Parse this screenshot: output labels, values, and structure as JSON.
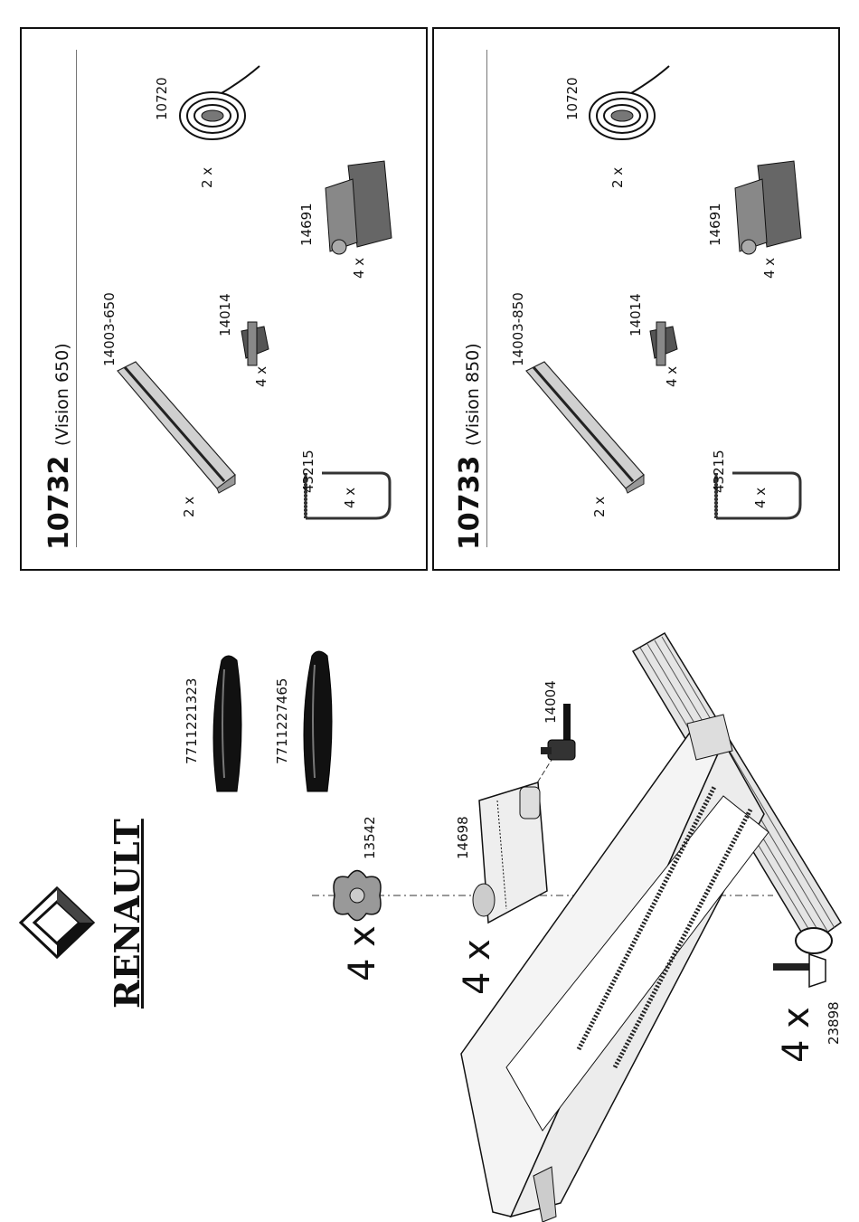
{
  "brand": {
    "name": "RENAULT"
  },
  "boxes": [
    {
      "part_number": "7711221323"
    },
    {
      "part_number": "7711227465"
    }
  ],
  "kits": [
    {
      "code": "10732",
      "variant": "(Vision 650)",
      "parts": [
        {
          "number": "14003-650",
          "qty": "2 x"
        },
        {
          "number": "43215",
          "qty": "4 x"
        },
        {
          "number": "14014",
          "qty": "4 x"
        },
        {
          "number": "14691",
          "qty": "4 x"
        },
        {
          "number": "10720",
          "qty": "2 x"
        }
      ]
    },
    {
      "code": "10733",
      "variant": "(Vision 850)",
      "parts": [
        {
          "number": "14003-850",
          "qty": "2 x"
        },
        {
          "number": "43215",
          "qty": "4 x"
        },
        {
          "number": "14014",
          "qty": "4 x"
        },
        {
          "number": "14691",
          "qty": "4 x"
        },
        {
          "number": "10720",
          "qty": "2 x"
        }
      ]
    }
  ],
  "assembly": [
    {
      "number": "13542",
      "qty": "4 x"
    },
    {
      "number": "14698",
      "qty": "4 x"
    },
    {
      "number": "14004"
    },
    {
      "number": "23898",
      "qty": "4 x"
    }
  ]
}
